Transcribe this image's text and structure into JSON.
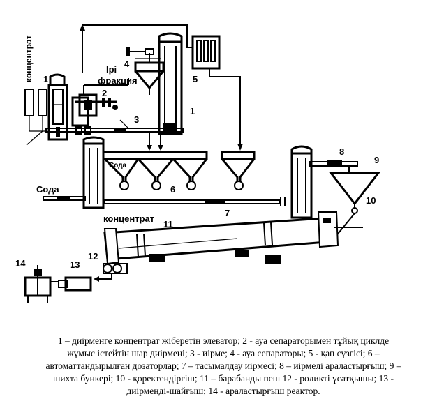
{
  "labels": {
    "concentrate_vertical": "концентрат",
    "coarse_fraction_line1": "Ірі",
    "coarse_fraction_line2": "фракция",
    "soda_left": "Сода",
    "soda_inside": "Сода",
    "concentrate_bottom": "концентрат",
    "n1a": "1",
    "n1b": "1",
    "n2": "2",
    "n3": "3",
    "n4": "4",
    "n5": "5",
    "n6": "6",
    "n7": "7",
    "n8": "8",
    "n9": "9",
    "n10": "10",
    "n11": "11",
    "n12": "12",
    "n13": "13",
    "n14": "14"
  },
  "caption": {
    "line1": "1 – диірменге концентрат жіберетін элеватор; 2 - ауа сепараторымен тұйық циклде",
    "line2": "жұмыс істейтін шар диірмені; 3 - иірме; 4 - ауа сепараторы; 5 - қап сүзгісі; 6 –",
    "line3": "автоматтандырылған дозаторлар; 7 – тасымалдау иірмесі; 8 – иірмелі араластырғыш; 9 –",
    "line4": "шихта бункері; 10 - қоректендіргіш; 11 – барабанды пеш 12 - роликті ұсатқышы; 13 -",
    "line5": "диірменді-шайғыш; 14 - араластырғыш реактор."
  }
}
